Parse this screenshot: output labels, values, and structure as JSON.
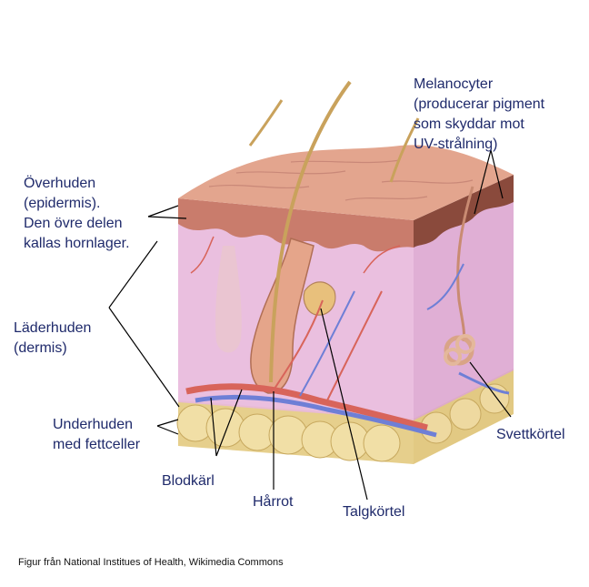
{
  "labels": {
    "melanocyter": [
      "Melanocyter",
      "(producerar pigment",
      "som skyddar mot",
      "UV-strålning)"
    ],
    "overhuden": [
      "Överhuden",
      "(epidermis).",
      "Den övre delen",
      "kallas hornlager."
    ],
    "laderhuden": [
      "Läderhuden",
      "(dermis)"
    ],
    "underhuden": [
      "Underhuden",
      "med fettceller"
    ],
    "blodkarl": "Blodkärl",
    "harrot": "Hårrot",
    "talgkortel": "Talgkörtel",
    "svettkortel": "Svettkörtel"
  },
  "caption": "Figur från National Institues of Health, Wikimedia Commons",
  "colors": {
    "label_text": "#1f2a6b",
    "dermis": "#e8b8dc",
    "epidermis": "#c97c6c",
    "skin_surface": "#e3a58e",
    "fat": "#efdca0",
    "hair": "#c9a25c",
    "artery": "#d8645a",
    "vein": "#6e7fd6"
  }
}
